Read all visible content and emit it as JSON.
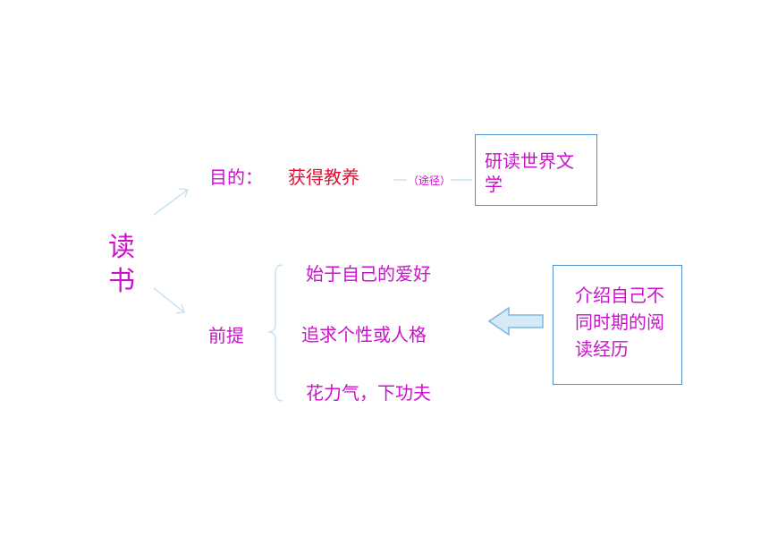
{
  "root": {
    "label": "读书"
  },
  "purpose": {
    "label": "目的：",
    "value": "获得教养",
    "via": "（途径）",
    "approach": "研读世界文学"
  },
  "premise": {
    "label": "前提",
    "items": [
      "始于自己的爱好",
      "追求个性或人格",
      "花力气，下功夫"
    ]
  },
  "note": {
    "text": "介绍自己不同时期的阅读经历"
  },
  "colors": {
    "main_text": "#cc11cc",
    "highlight_text": "#dd1133",
    "box_border": "#4f8fc8",
    "connector": "#c8e4f2",
    "arrow_fill": "#d4ebf7"
  }
}
